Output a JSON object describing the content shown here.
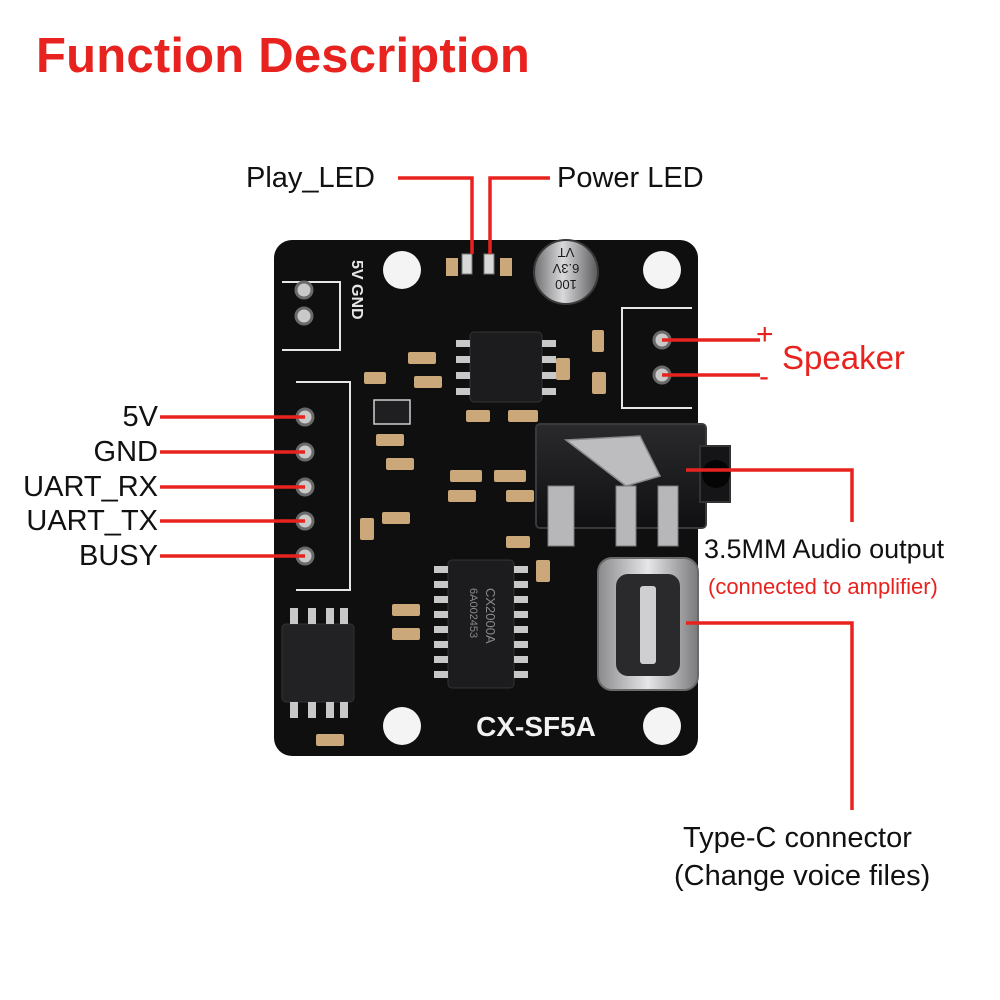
{
  "title": "Function Description",
  "board": {
    "model": "CX-SF5A",
    "silkscreen_power_pins": "5V  GND",
    "cap_marking_1": "100",
    "cap_marking_2": "6.3V",
    "cap_marking_3": "VT",
    "chip_main": "CX2000A",
    "chip_main_sub": "6A002453"
  },
  "labels": {
    "play_led": "Play_LED",
    "power_led": "Power LED",
    "pin_5v": "5V",
    "pin_gnd": "GND",
    "pin_uart_rx": "UART_RX",
    "pin_uart_tx": "UART_TX",
    "pin_busy": "BUSY",
    "speaker": "Speaker",
    "speaker_plus": "+",
    "speaker_minus": "-",
    "audio_output": "3.5MM Audio output",
    "audio_output_note": "(connected to amplifier)",
    "typec": "Type-C connector",
    "typec_note": "(Change voice files)"
  },
  "colors": {
    "accent_red": "#e8231f",
    "board_black": "#0f0f10",
    "text_dark": "#111111"
  }
}
